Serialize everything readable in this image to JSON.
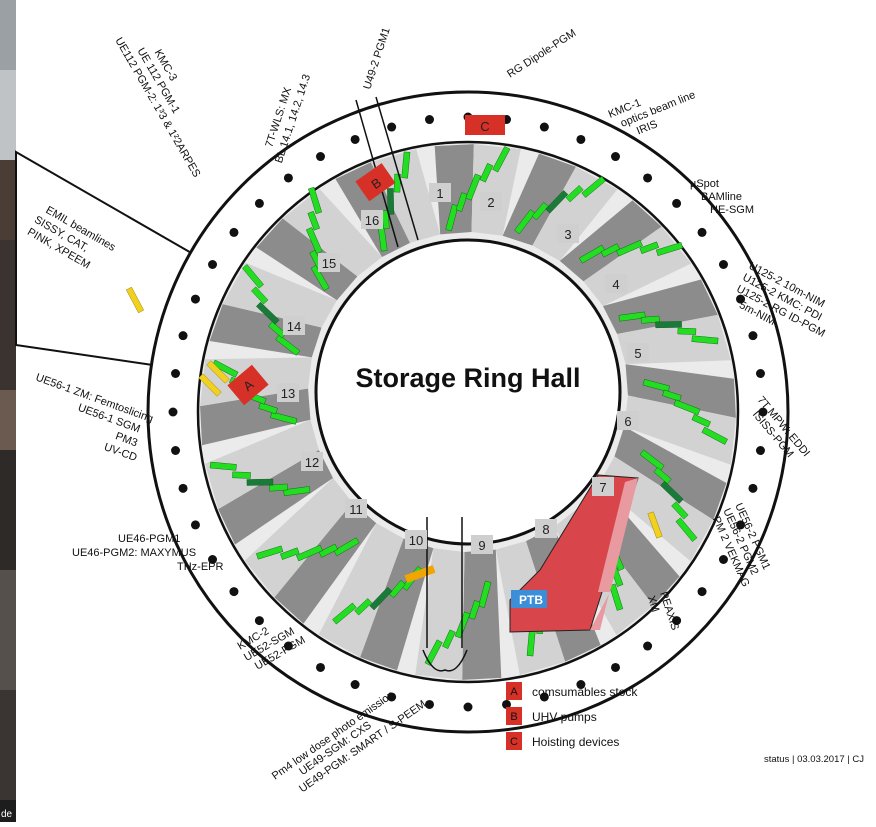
{
  "center_title": "Storage Ring Hall",
  "status": "status | 03.03.2017 | CJ",
  "logo_text": "PTB",
  "corner_text": "de",
  "section_numbers": [
    "1",
    "2",
    "3",
    "4",
    "5",
    "6",
    "7",
    "8",
    "9",
    "10",
    "11",
    "12",
    "13",
    "14",
    "15",
    "16"
  ],
  "markers": [
    {
      "letter": "A",
      "color": "#d73027"
    },
    {
      "letter": "B",
      "color": "#d73027"
    },
    {
      "letter": "C",
      "color": "#d73027"
    }
  ],
  "legend": [
    {
      "letter": "A",
      "text": "comsumables stock"
    },
    {
      "letter": "B",
      "text": "UHV pumps"
    },
    {
      "letter": "C",
      "text": "Hoisting devices"
    }
  ],
  "beamline_labels": {
    "rg_dipole": [
      "RG Dipole-PGM"
    ],
    "kmc1": [
      "KMC-1",
      "optics beam line",
      "IRIS"
    ],
    "muspot": [
      "µSpot",
      "BAMline",
      "HE-SGM"
    ],
    "u125": [
      "U125-2 10m-NIM",
      "U125-2 KMC: PDI",
      "U125-2 RG ID-PGM",
      "5m-NIM"
    ],
    "mpw": [
      "7T MPW: EDDI",
      "ISISS-PGM"
    ],
    "ue56_2": [
      "UE56-2 PGM1",
      "UE56-2 PGM2",
      "PM 2 VEKMAG"
    ],
    "peaxis": [
      "PEAXIS",
      "XM"
    ],
    "ue49": [
      "Pm4 low dose photo emission",
      "UE49-SGM: CXS",
      "UE49-PGM: SMART / S-PEEM"
    ],
    "kmc2": [
      "KMC-2",
      "UE52-SGM",
      "UE52-PGM"
    ],
    "ue46": [
      "UE46-PGM1",
      "UE46-PGM2: MAXYMUS",
      "THz-EPR"
    ],
    "ue56_1": [
      "UE56-1  ZM: Femtoslicing",
      "UE56-1 SGM",
      "PM3",
      "UV-CD"
    ],
    "emil": [
      "EMIL beamlines",
      "SISSY, CAT,",
      "PINK, XPEEM"
    ],
    "ue112": [
      "UE112 PGM-2: 1³3 & 1²2ARPES",
      "UE 112 PGM-1",
      "KMC-3"
    ],
    "wls": [
      "7T-WLS: MX",
      "BL 14.1, 14.2, 14.3"
    ],
    "u49": [
      "U49-2 PGM1"
    ]
  },
  "colors": {
    "beamline_green": "#22dd22",
    "beamline_darkgreen": "#1a7a3a",
    "beamline_yellow": "#f2d020",
    "beamline_orange": "#f0a500",
    "ptb_red": "#d8454a",
    "ptb_pink": "#e89aa0",
    "ptb_blue": "#3a8fd8",
    "hut_dark": "#8c8c8c",
    "hut_light": "#d2d2d2"
  }
}
